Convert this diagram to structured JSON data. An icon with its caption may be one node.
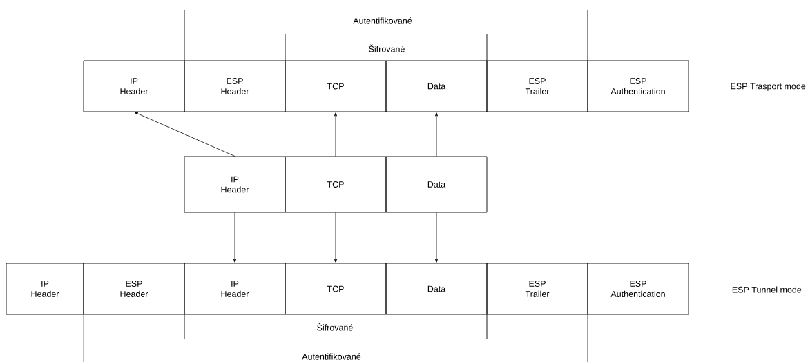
{
  "diagram": {
    "nodes": [
      {
        "text": [
          "IP Header"
        ]
      },
      {
        "text": [
          "ESP Header"
        ]
      },
      {
        "text": [
          "TCP"
        ]
      },
      {
        "text": [
          "Data"
        ]
      },
      {
        "text": [
          "ESP Trailer"
        ]
      },
      {
        "text": [
          "ESP Authentication"
        ]
      },
      {
        "text": [
          "IP Header"
        ]
      },
      {
        "text": [
          "TCP"
        ]
      },
      {
        "text": [
          "Data"
        ]
      },
      {
        "text": [
          "IP Header"
        ]
      },
      {
        "text": [
          "ESP Header"
        ]
      },
      {
        "text": [
          "IP Header"
        ]
      },
      {
        "text": [
          "TCP"
        ]
      },
      {
        "text": [
          "Data"
        ]
      },
      {
        "text": [
          "ESP Trailer"
        ]
      },
      {
        "text": [
          "ESP Authentication"
        ]
      }
    ],
    "edges": [
      {
        "from": 6,
        "to": 0,
        "arrow": "to"
      },
      {
        "from": 7,
        "to": 2,
        "arrow": "to"
      },
      {
        "from": 8,
        "to": 3,
        "arrow": "to"
      },
      {
        "from": 6,
        "to": 11,
        "arrow": "to"
      },
      {
        "from": 7,
        "to": 12,
        "arrow": "to"
      },
      {
        "from": 8,
        "to": 13,
        "arrow": "to"
      }
    ],
    "labels": [
      "Autentifikované",
      "Šifrované",
      "ESP Trasport mode",
      "ESP Tunnel mode",
      "Šifrované",
      "Autentifikované"
    ]
  }
}
